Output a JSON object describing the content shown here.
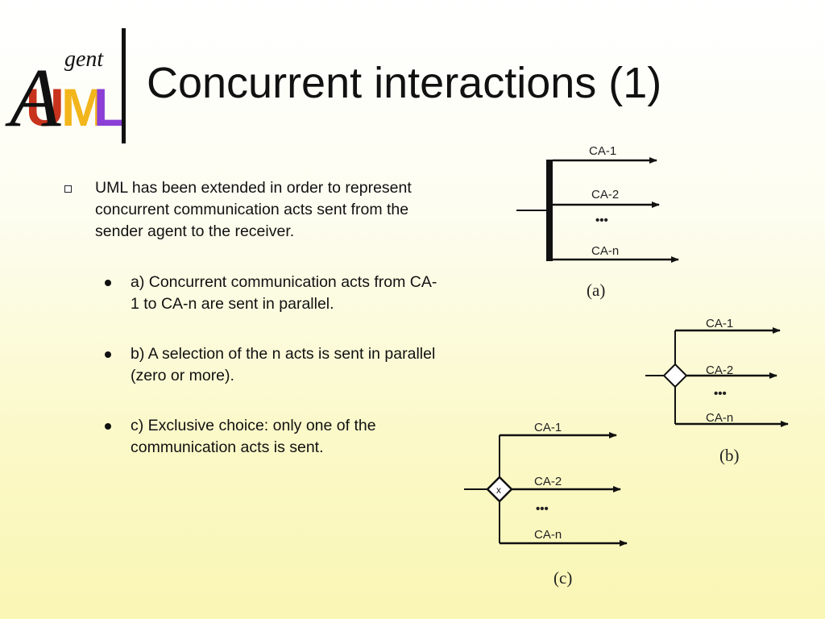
{
  "slide": {
    "title": "Concurrent interactions (1)",
    "logo": {
      "name": "Agent UML logo",
      "text_top": "gent",
      "text_main": "UML",
      "text_big_a": "A"
    }
  },
  "content": {
    "main_bullet": "UML has been extended in order to represent concurrent communication acts sent from the sender agent to the receiver.",
    "sub_bullets": [
      "a) Concurrent communication acts from CA-1 to CA-n are sent in parallel.",
      "b) A selection of the n acts is sent in parallel (zero or more).",
      "c) Exclusive choice: only one of the communication acts is sent."
    ]
  },
  "diagrams": {
    "a": {
      "caption": "(a)",
      "labels": [
        "CA-1",
        "CA-2",
        "CA-n"
      ],
      "ellipsis": "•••"
    },
    "b": {
      "caption": "(b)",
      "labels": [
        "CA-1",
        "CA-2",
        "CA-n"
      ],
      "ellipsis": "•••"
    },
    "c": {
      "caption": "(c)",
      "labels": [
        "CA-1",
        "CA-2",
        "CA-n"
      ],
      "ellipsis": "•••",
      "gate_symbol": "x"
    }
  }
}
